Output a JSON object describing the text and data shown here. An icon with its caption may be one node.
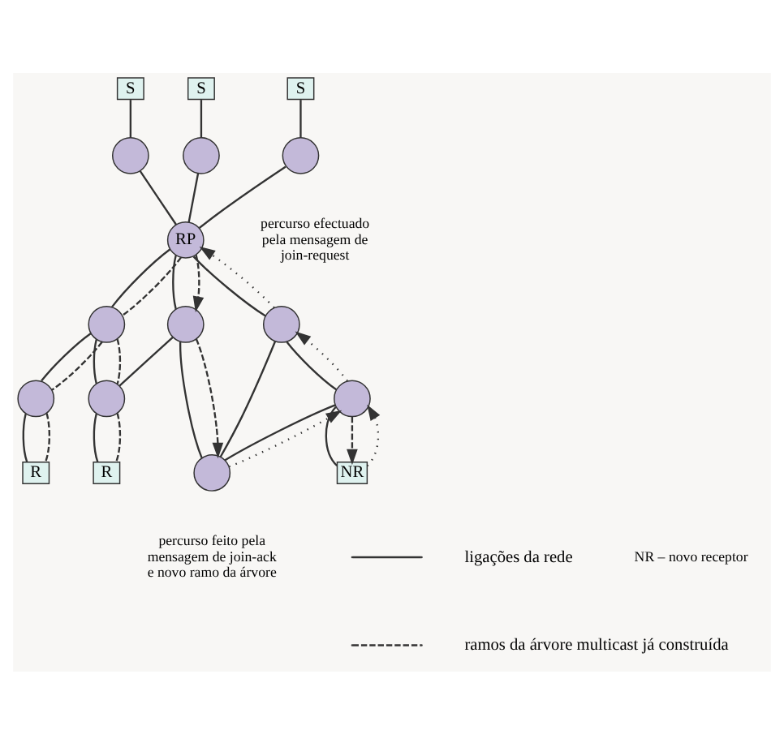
{
  "diagram": {
    "nodes": [
      {
        "text": [
          "S"
        ]
      },
      {
        "text": [
          "S"
        ]
      },
      {
        "text": [
          "S"
        ]
      },
      {
        "text": [],
        "shape": "circle"
      },
      {
        "text": [],
        "shape": "circle"
      },
      {
        "text": [],
        "shape": "circle"
      },
      {
        "text": [
          "RP"
        ]
      },
      {
        "text": [],
        "shape": "circle"
      },
      {
        "text": [],
        "shape": "circle"
      },
      {
        "text": [],
        "shape": "circle"
      },
      {
        "text": [],
        "shape": "circle"
      },
      {
        "text": [],
        "shape": "circle"
      },
      {
        "text": [],
        "shape": "circle"
      },
      {
        "text": [],
        "shape": "circle"
      },
      {
        "text": [
          "NR"
        ]
      },
      {
        "text": [
          "R"
        ]
      },
      {
        "text": [
          "R"
        ]
      }
    ],
    "edges": [
      {
        "from": 0,
        "to": 3,
        "arrow": "none"
      },
      {
        "from": 3,
        "to": 6,
        "arrow": "none"
      },
      {
        "from": 1,
        "to": 4,
        "arrow": "none"
      },
      {
        "from": 4,
        "to": 6,
        "arrow": "none"
      },
      {
        "from": 2,
        "to": 5,
        "arrow": "none"
      },
      {
        "from": 5,
        "to": 6,
        "arrow": "none"
      },
      {
        "from": 6,
        "to": 7,
        "arrow": "none"
      },
      {
        "from": 6,
        "to": 8,
        "arrow": "none"
      },
      {
        "from": 6,
        "to": 9,
        "arrow": "none"
      },
      {
        "from": 9,
        "to": 10,
        "arrow": "none"
      },
      {
        "from": 9,
        "to": 13,
        "arrow": "none"
      },
      {
        "from": 7,
        "to": 11,
        "arrow": "none"
      },
      {
        "from": 7,
        "to": 12,
        "arrow": "none"
      },
      {
        "from": 8,
        "to": 12,
        "arrow": "none"
      },
      {
        "from": 8,
        "to": 13,
        "arrow": "none"
      },
      {
        "from": 11,
        "to": 12,
        "arrow": "none"
      },
      {
        "from": 11,
        "to": 14,
        "arrow": "none"
      },
      {
        "from": 13,
        "to": 15,
        "arrow": "none"
      },
      {
        "from": 10,
        "to": 16,
        "arrow": "none"
      },
      {
        "from": 6,
        "to": 9,
        "arrow": "none",
        "style": "dashed"
      },
      {
        "from": 9,
        "to": 10,
        "arrow": "none",
        "style": "dashed"
      },
      {
        "from": 9,
        "to": 13,
        "arrow": "none",
        "style": "dashed"
      },
      {
        "from": 13,
        "to": 15,
        "arrow": "none",
        "style": "dashed"
      },
      {
        "from": 10,
        "to": 16,
        "arrow": "none",
        "style": "dashed"
      },
      {
        "from": 6,
        "to": 8,
        "arrow": "to",
        "style": "dashed"
      },
      {
        "from": 8,
        "to": 12,
        "arrow": "to",
        "style": "dashed"
      },
      {
        "from": 12,
        "to": 11,
        "arrow": "to",
        "style": "dashed"
      },
      {
        "from": 11,
        "to": 14,
        "arrow": "to",
        "style": "dashed"
      },
      {
        "from": 14,
        "to": 11,
        "arrow": "to",
        "style": "dashed"
      },
      {
        "from": 11,
        "to": 7,
        "arrow": "to",
        "style": "dashed"
      },
      {
        "from": 7,
        "to": 6,
        "arrow": "to",
        "style": "dashed"
      }
    ],
    "labels": [
      "percurso efectuado pela mensagem de join-request",
      "percurso feito pela mensagem de join-ack e novo ramo da árvore",
      "NR – novo receptor"
    ],
    "legend": [
      {
        "text": "ligações da rede"
      },
      {
        "text": "ramos da árvore multicast já construída"
      }
    ]
  }
}
